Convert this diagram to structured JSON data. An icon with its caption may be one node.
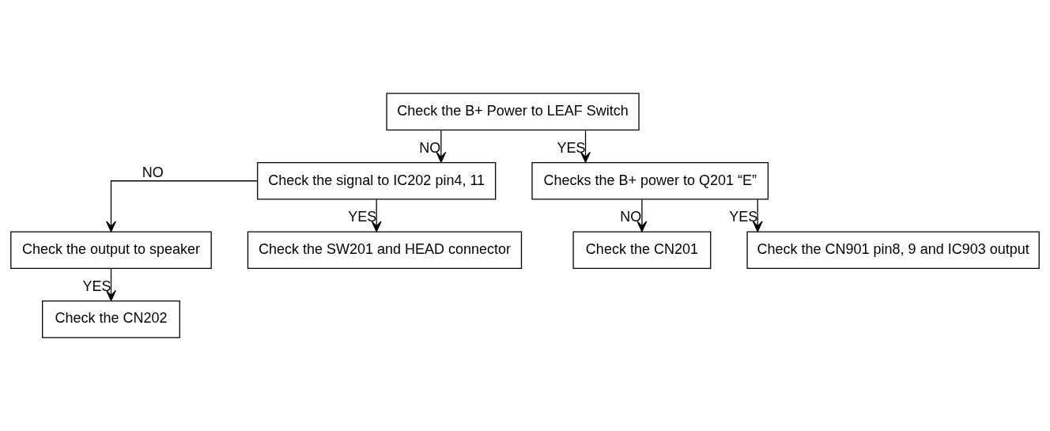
{
  "diagram": {
    "nodes": [
      {
        "text": [
          "Check the B+ Power to LEAF Switch"
        ]
      },
      {
        "text": [
          "Check the signal to IC202 pin4, 11"
        ]
      },
      {
        "text": [
          "Check the output to speaker"
        ]
      },
      {
        "text": [
          "Check the SW201 and HEAD connector"
        ]
      },
      {
        "text": [
          "Checks the B+ power to Q201 “E”"
        ]
      },
      {
        "text": [
          "Check the CN202"
        ]
      },
      {
        "text": [
          "Check the CN201"
        ]
      },
      {
        "text": [
          "Check the CN901 pin8, 9 and IC903 output"
        ]
      }
    ],
    "edges": [
      {
        "from": 0,
        "to": 4,
        "arrow": "to",
        "label": "YES"
      },
      {
        "from": 0,
        "to": 1,
        "arrow": "to",
        "label": "NO"
      },
      {
        "from": 1,
        "to": 3,
        "arrow": "to",
        "label": "YES"
      },
      {
        "from": 1,
        "to": 2,
        "arrow": "to",
        "label": "NO"
      },
      {
        "from": 2,
        "to": 5,
        "arrow": "to",
        "label": "YES"
      },
      {
        "from": 4,
        "to": 7,
        "arrow": "to",
        "label": "YES"
      },
      {
        "from": 4,
        "to": 6,
        "arrow": "to",
        "label": "NO"
      }
    ]
  }
}
